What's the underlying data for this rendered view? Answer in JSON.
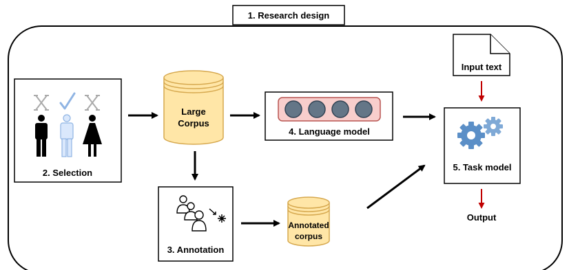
{
  "diagram": {
    "research_design": "1. Research design",
    "selection": "2. Selection",
    "annotation": "3. Annotation",
    "language_model": "4. Language model",
    "task_model": "5. Task model",
    "large_corpus_line1": "Large",
    "large_corpus_line2": "Corpus",
    "annotated_line1": "Annotated",
    "annotated_line2": "corpus",
    "input_text": "Input text",
    "output": "Output"
  },
  "colors": {
    "corpus_fill": "#ffe6a7",
    "corpus_stroke": "#d6a84e",
    "lm_fill": "#f8cecc",
    "lm_stroke": "#b85450",
    "neuron_fill": "#647687",
    "neuron_stroke": "#314354",
    "arrow_red": "#c00000",
    "gear_blue": "#5b8fc7",
    "selected_person": "#dae8fc"
  },
  "icons": [
    "cross-mark-icon",
    "check-mark-icon",
    "man-icon",
    "woman-icon",
    "annotators-icon",
    "gears-icon",
    "document-icon"
  ]
}
